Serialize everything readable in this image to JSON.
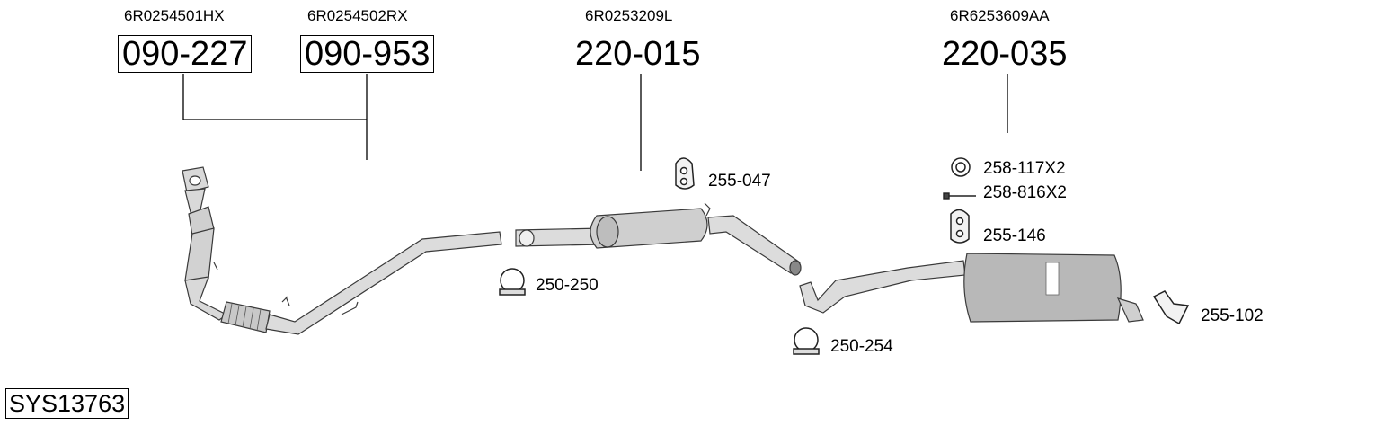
{
  "header_parts": [
    {
      "oem": "6R0254501HX",
      "part_number": "090-227"
    },
    {
      "oem": "6R0254502RX",
      "part_number": "090-953"
    },
    {
      "oem": "6R0253209L",
      "part_number": "220-015"
    },
    {
      "oem": "6R6253609AA",
      "part_number": "220-035"
    }
  ],
  "fittings": [
    {
      "label": "255-047",
      "icon": "hanger-icon"
    },
    {
      "label": "250-250",
      "icon": "clamp-icon"
    },
    {
      "label": "250-254",
      "icon": "clamp-icon"
    },
    {
      "label": "258-117X2",
      "icon": "ring-seal-icon"
    },
    {
      "label": "258-816X2",
      "icon": "bolt-icon"
    },
    {
      "label": "255-146",
      "icon": "hanger-icon"
    },
    {
      "label": "255-102",
      "icon": "bracket-icon"
    }
  ],
  "system_id": "SYS13763",
  "colors": {
    "pipe_fill": "#d9d9d9",
    "pipe_stroke": "#3a3a3a",
    "box_fill": "#b8b8b8"
  }
}
